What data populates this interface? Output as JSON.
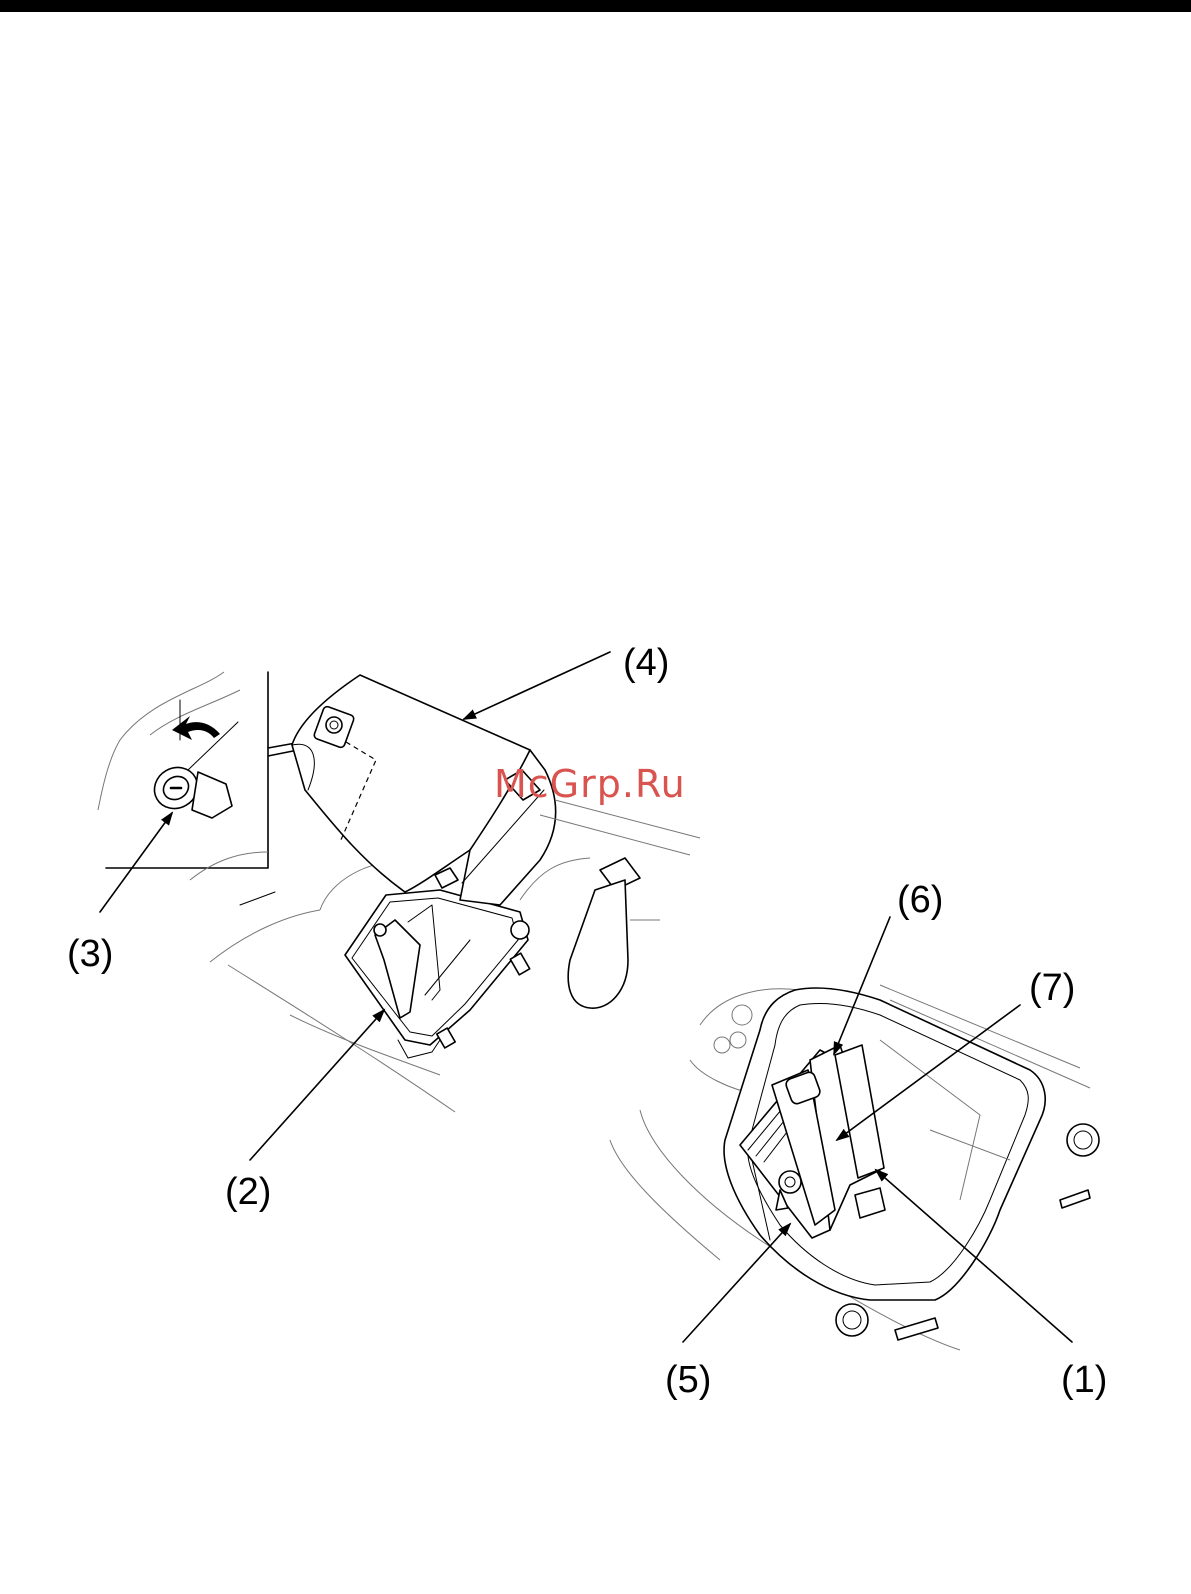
{
  "header": {
    "bar_color": "#000000"
  },
  "watermark": {
    "text": "McGrp.Ru",
    "color": "#d9534f"
  },
  "callouts": {
    "c1": "(1)",
    "c2": "(2)",
    "c3": "(3)",
    "c4": "(4)",
    "c5": "(5)",
    "c6": "(6)",
    "c7": "(7)"
  }
}
